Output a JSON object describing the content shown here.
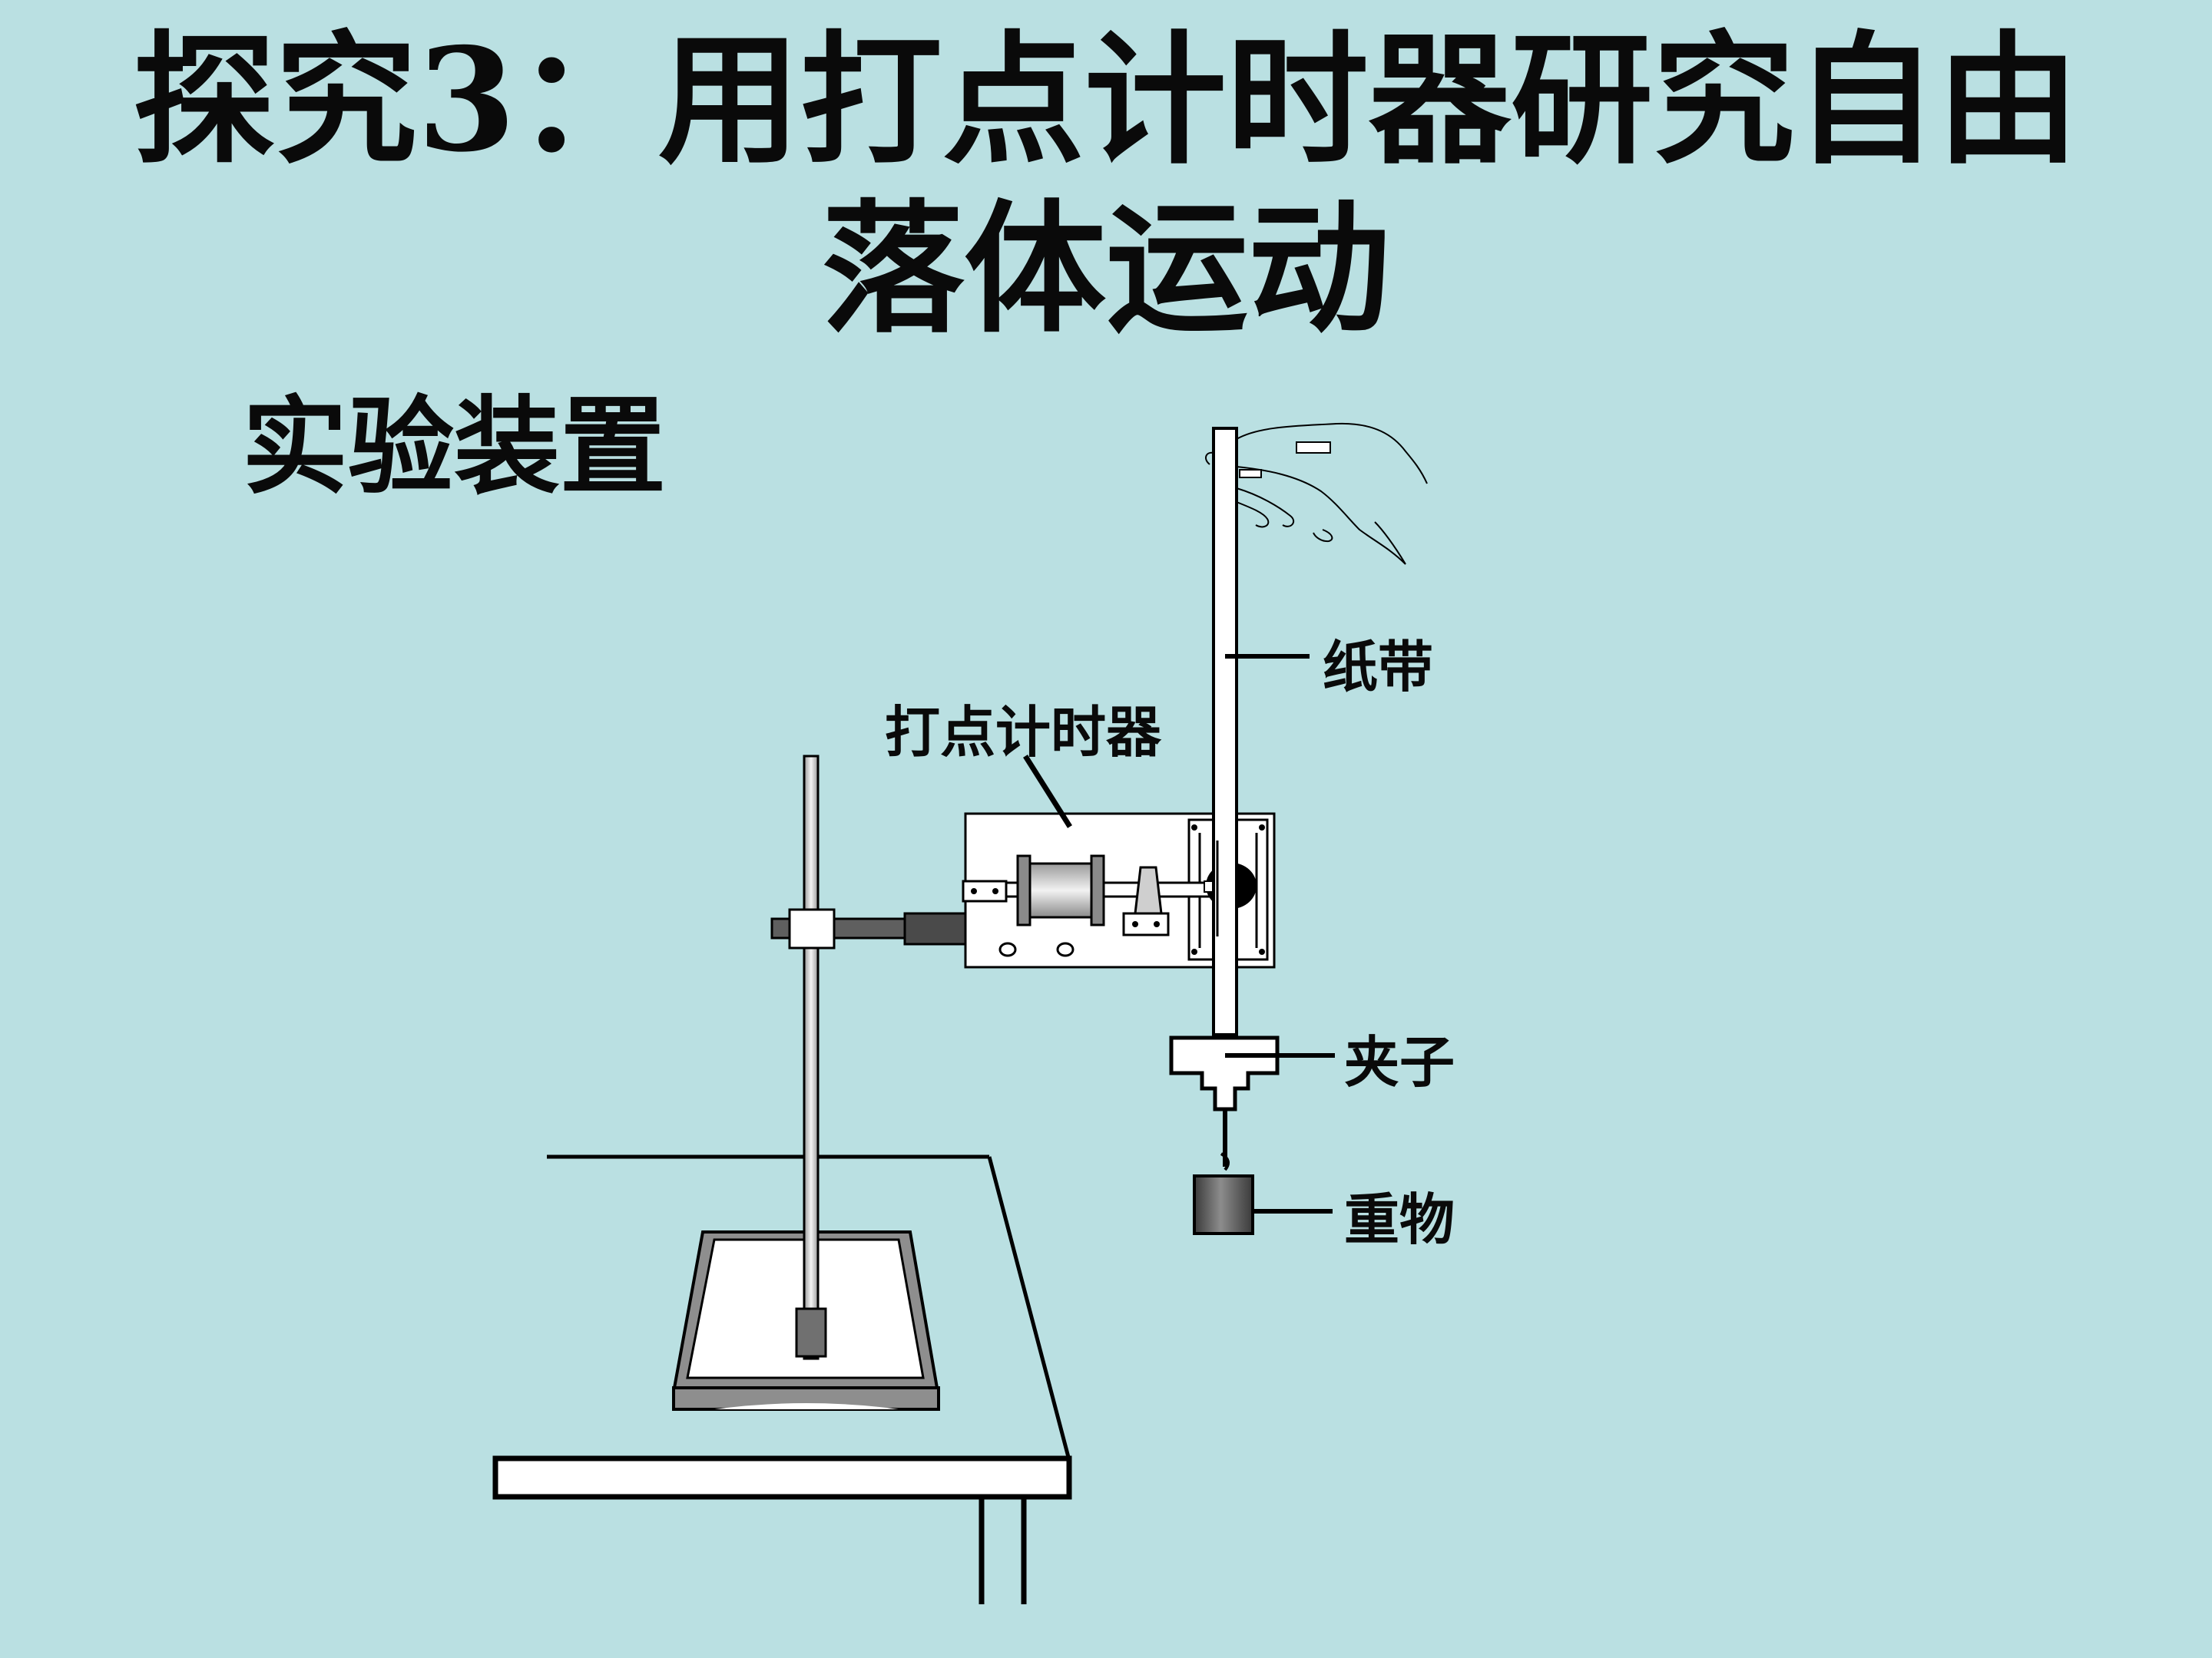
{
  "title": {
    "line1": "探究3：用打点计时器研究自由",
    "line2": "落体运动"
  },
  "subtitle": "实验装置",
  "labels": {
    "timer": "打点计时器",
    "tape": "纸带",
    "clip": "夹子",
    "weight": "重物"
  },
  "colors": {
    "background": "#bae0e2",
    "metal_dark": "#555555",
    "metal_light": "#d8d8d8",
    "line": "#000000"
  }
}
